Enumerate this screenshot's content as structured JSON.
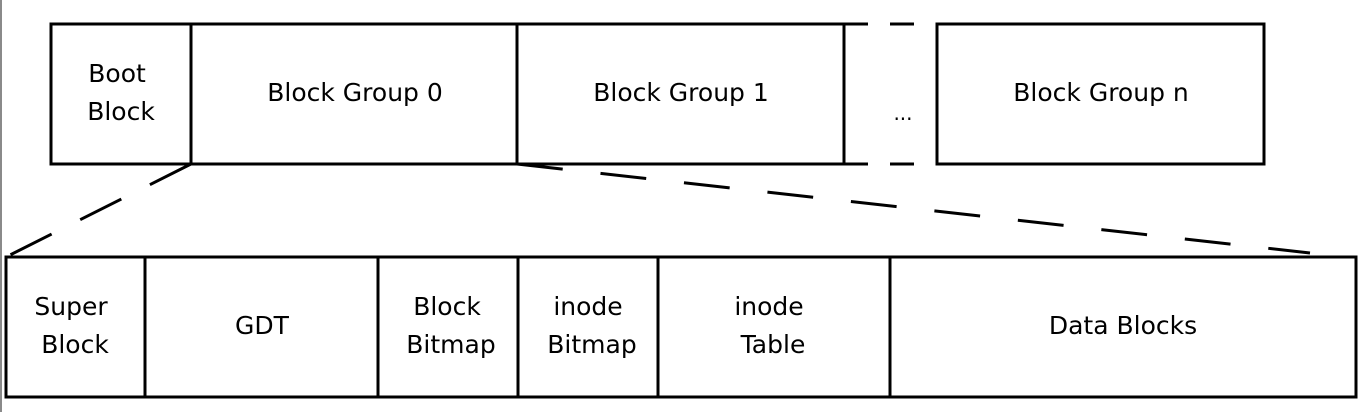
{
  "top_row": {
    "boot_block": [
      "Boot",
      "Block"
    ],
    "block_group_0": "Block Group 0",
    "block_group_1": "Block Group 1",
    "ellipsis": "...",
    "block_group_n": "Block Group n"
  },
  "bottom_row": {
    "super_block": [
      "Super",
      "Block"
    ],
    "gdt": "GDT",
    "block_bitmap": [
      "Block",
      "Bitmap"
    ],
    "inode_bitmap": [
      "inode",
      "Bitmap"
    ],
    "inode_table": [
      "inode",
      "Table"
    ],
    "data_blocks": "Data Blocks"
  }
}
